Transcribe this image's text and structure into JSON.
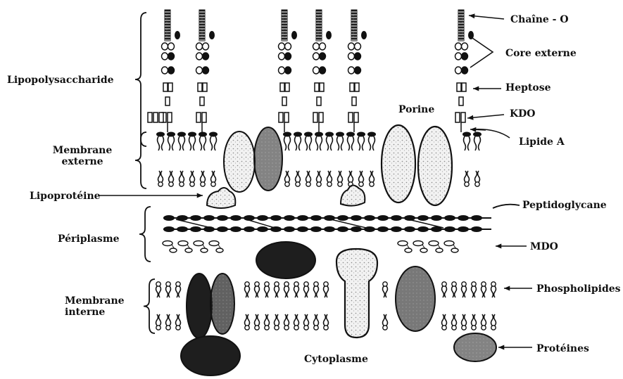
{
  "labels": {
    "lipopolysaccharide": "Lipopolysaccharide",
    "membrane_externe_1": "Membrane",
    "membrane_externe_2": "externe",
    "lipoproteine": "Lipoprotéine",
    "periplasme": "Périplasme",
    "membrane_interne_1": "Membrane",
    "membrane_interne_2": "interne",
    "cytoplasme": "Cytoplasme",
    "porine": "Porine",
    "chaine_o": "Chaîne - O",
    "core_externe": "Core externe",
    "heptose": "Heptose",
    "kdo": "KDO",
    "lipide_a": "Lipide A",
    "peptidoglycane": "Peptidoglycane",
    "mdo": "MDO",
    "phospholipides": "Phospholipides",
    "proteines": "Protéines"
  },
  "colors": {
    "ink": "#111111",
    "dark_protein": "#1e1e1e",
    "light_protein": "#dcdcdc",
    "paper": "#ffffff"
  }
}
